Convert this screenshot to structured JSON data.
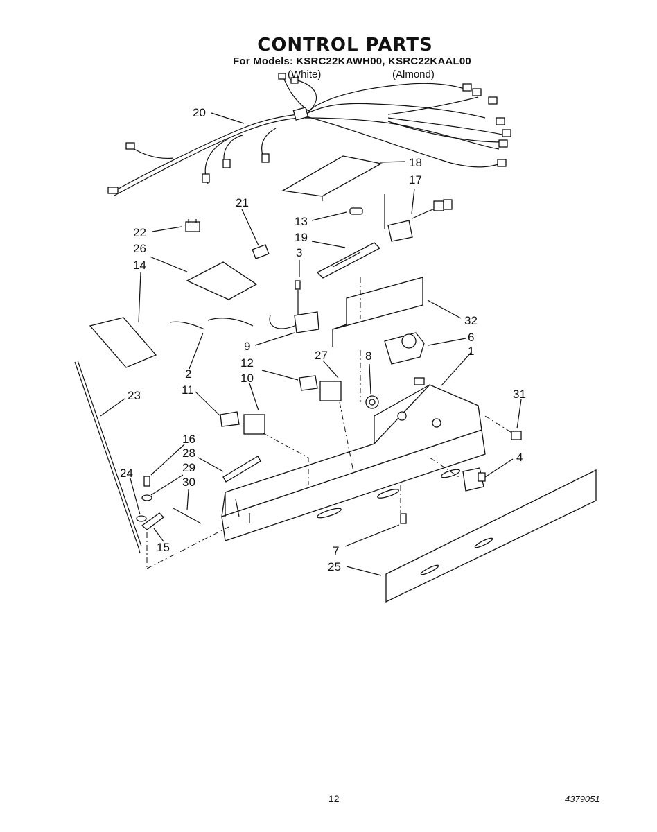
{
  "header": {
    "title": "CONTROL PARTS",
    "models_label": "For Models:",
    "models": "KSRC22KAWH00, KSRC22KAAL00",
    "color_white": "(White)",
    "color_almond": "(Almond)"
  },
  "callouts": [
    "20",
    "18",
    "17",
    "21",
    "13",
    "22",
    "19",
    "26",
    "3",
    "14",
    "32",
    "6",
    "9",
    "27",
    "1",
    "8",
    "12",
    "2",
    "10",
    "31",
    "11",
    "23",
    "16",
    "4",
    "28",
    "29",
    "24",
    "30",
    "7",
    "15",
    "25"
  ],
  "footer": {
    "page_number": "12",
    "doc_number": "4379051"
  }
}
